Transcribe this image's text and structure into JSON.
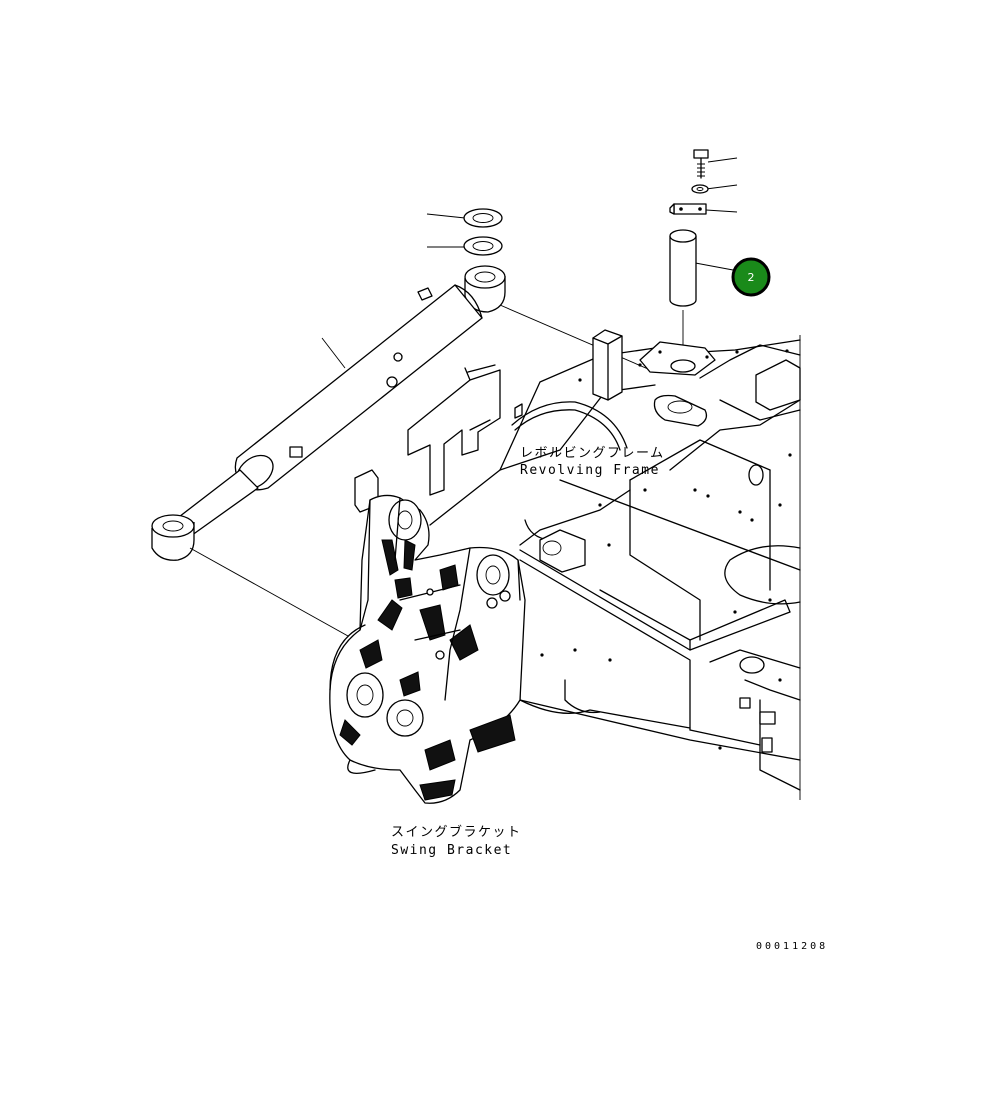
{
  "diagram": {
    "labels": {
      "revolving_frame_jp": "レボルビングフレーム",
      "revolving_frame_en": "Revolving Frame",
      "swing_bracket_jp": "スイングブラケット",
      "swing_bracket_en": "Swing Bracket"
    },
    "callout": {
      "number": "2",
      "fill_color": "#1a8a1a",
      "ring_color": "#000000"
    },
    "drawing_number": "00011208"
  }
}
